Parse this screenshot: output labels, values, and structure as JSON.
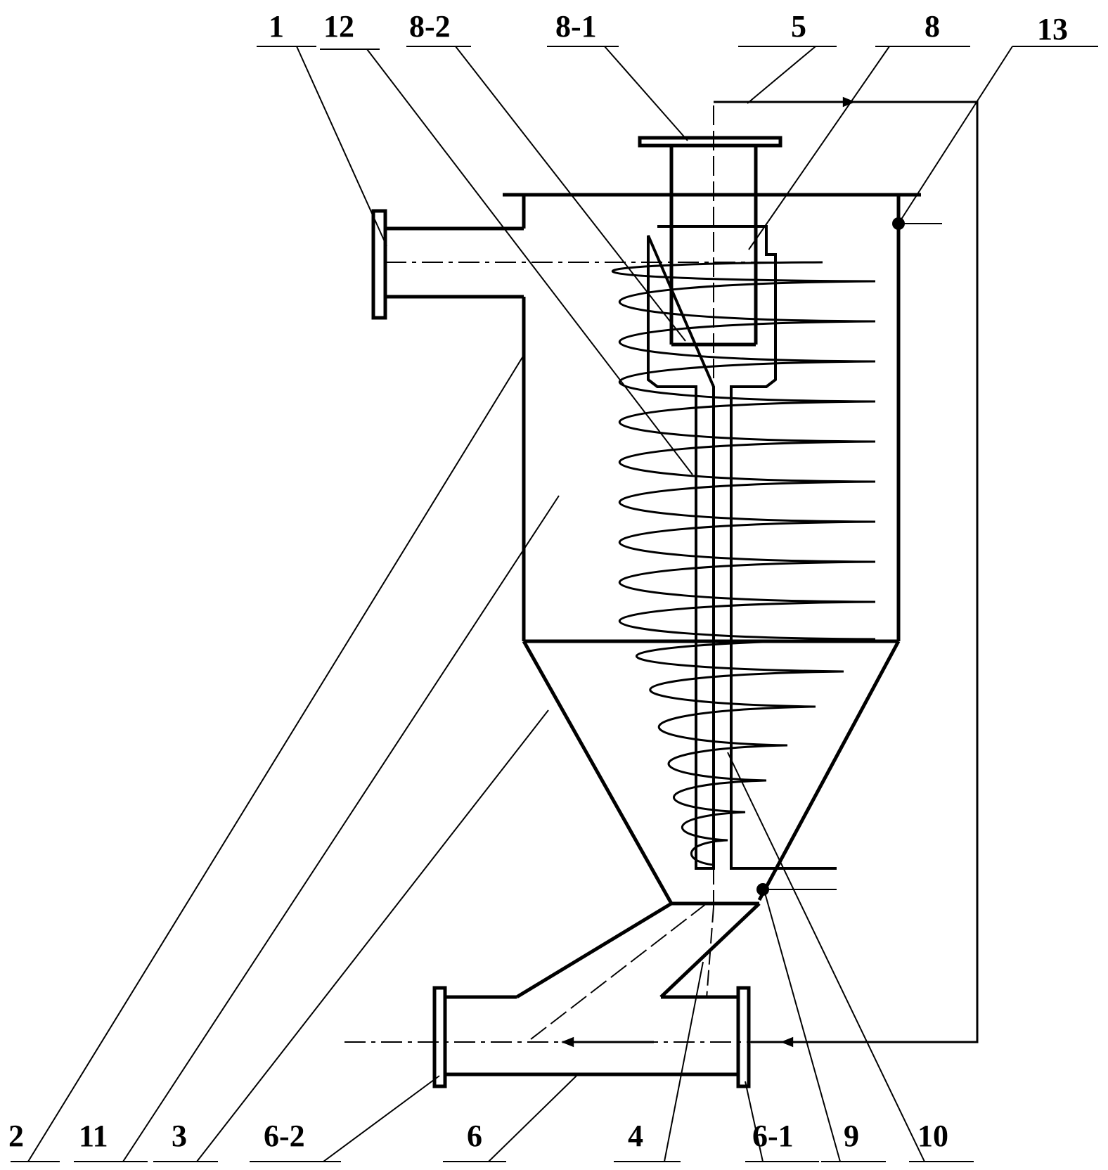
{
  "labels": {
    "l1": "1",
    "l12": "12",
    "l8_2": "8-2",
    "l8_1": "8-1",
    "l5": "5",
    "l8": "8",
    "l13": "13",
    "l2": "2",
    "l11": "11",
    "l3": "3",
    "l6_2": "6-2",
    "l6": "6",
    "l4": "4",
    "l6_1": "6-1",
    "l9": "9",
    "l10": "10"
  }
}
